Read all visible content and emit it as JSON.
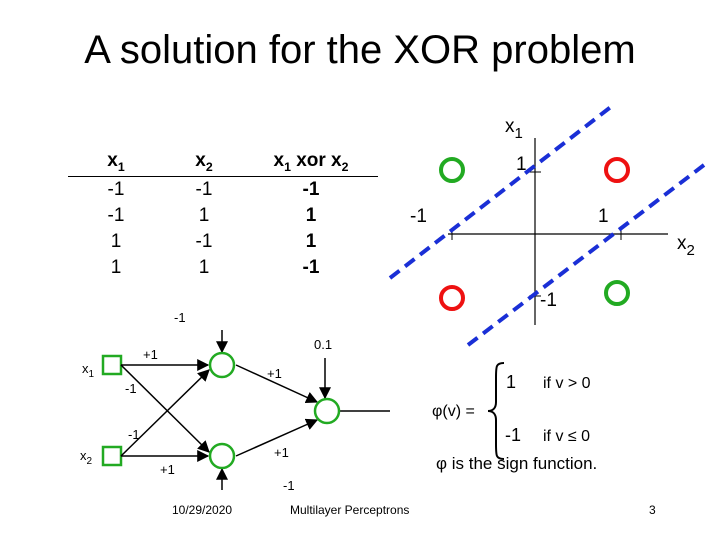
{
  "slide": {
    "title": "A solution for the XOR problem",
    "date": "10/29/2020",
    "footer": "Multilayer Perceptrons",
    "page_number": "3"
  },
  "truth_table": {
    "headers": [
      "x",
      "x",
      "x xor x"
    ],
    "header_subscripts": [
      "1",
      "2",
      "1",
      "2"
    ],
    "rows": [
      [
        "-1",
        "-1",
        "-1"
      ],
      [
        "-1",
        "1",
        "1"
      ],
      [
        "1",
        "-1",
        "1"
      ],
      [
        "1",
        "1",
        "-1"
      ]
    ]
  },
  "plot": {
    "x1_axis": "x",
    "x1_sub": "1",
    "x2_axis": "x",
    "x2_sub": "2",
    "tick_x1_pos": "1",
    "tick_x1_neg": "-1",
    "tick_x2_pos": "1",
    "tick_x2_neg": "-1",
    "colors": {
      "green": "#22aa22",
      "red": "#ee1111",
      "dash": "#1a2fd6"
    }
  },
  "network": {
    "input1": "x",
    "input1_sub": "1",
    "input2": "x",
    "input2_sub": "2",
    "bias_top": "-1",
    "bias_out": "0.1",
    "bias_bottom": "-1",
    "w_x1_h1": "+1",
    "w_x1_h2": "-1",
    "w_x2_h1": "-1",
    "w_x2_h2": "+1",
    "w_h1_out": "+1",
    "w_h2_out": "+1"
  },
  "activation": {
    "phi_label": "φ(v) =",
    "case_pos_value": "1",
    "case_pos_cond": "if v > 0",
    "case_neg_value": "-1",
    "case_neg_cond": "if v ≤ 0",
    "note": "φ is the sign function."
  }
}
